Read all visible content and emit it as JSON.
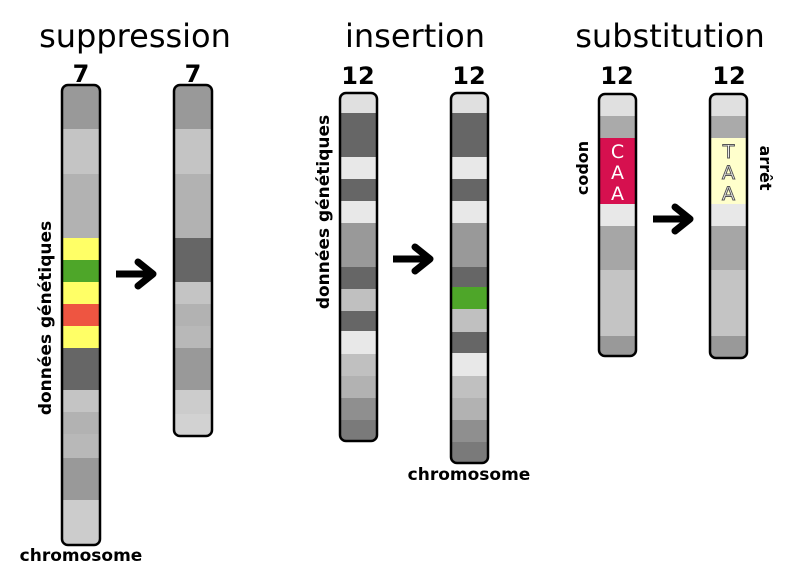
{
  "sections": {
    "suppression": {
      "title": "suppression",
      "before_number": "7",
      "after_number": "7",
      "side_label": "données génétiques",
      "bottom_label": "chromosome"
    },
    "insertion": {
      "title": "insertion",
      "before_number": "12",
      "after_number": "12",
      "side_label": "données génétiques",
      "bottom_label": "chromosome"
    },
    "substitution": {
      "title": "substitution",
      "before_number": "12",
      "after_number": "12",
      "left_label": "codon",
      "right_label": "arrêt",
      "before_codon": [
        "C",
        "A",
        "A"
      ],
      "after_codon": [
        "T",
        "A",
        "A"
      ]
    }
  },
  "colors": {
    "outline": "#000000",
    "yellow": "#ffff66",
    "green": "#4ea629",
    "red": "#ee5541",
    "codon_red": "#d6104f",
    "codon_pale": "#ffffcc",
    "arrow": "#000000"
  },
  "icons": {
    "arrow": "right-arrow-icon"
  }
}
